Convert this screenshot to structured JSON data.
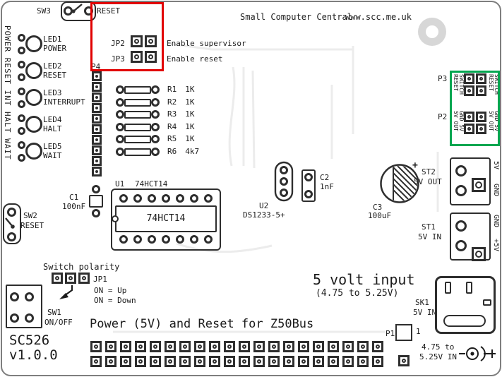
{
  "annotations": {
    "red_box_color": "#e10000",
    "green_box_color": "#00a650"
  },
  "header": {
    "brand": "Small Computer Central",
    "url": "www.scc.me.uk"
  },
  "top": {
    "sw3_ref": "SW3",
    "sw3_fn": "RESET",
    "jp2_ref": "JP2",
    "jp2_desc": "Enable supervisor",
    "jp3_ref": "JP3",
    "jp3_desc": "Enable reset"
  },
  "left_edge_text": "POWER RESET INT HALT WAIT",
  "leds": [
    {
      "ref": "LED1",
      "fn": "POWER"
    },
    {
      "ref": "LED2",
      "fn": "RESET"
    },
    {
      "ref": "LED3",
      "fn": "INTERRUPT"
    },
    {
      "ref": "LED4",
      "fn": "HALT"
    },
    {
      "ref": "LED5",
      "fn": "WAIT"
    }
  ],
  "p4_ref": "P4",
  "resistors": [
    {
      "ref": "R1",
      "val": "1K"
    },
    {
      "ref": "R2",
      "val": "1K"
    },
    {
      "ref": "R3",
      "val": "1K"
    },
    {
      "ref": "R4",
      "val": "1K"
    },
    {
      "ref": "R5",
      "val": "1K"
    },
    {
      "ref": "R6",
      "val": "4k7"
    }
  ],
  "c1": {
    "ref": "C1",
    "val": "100nF"
  },
  "c2": {
    "ref": "C2",
    "val": "1nF"
  },
  "c3": {
    "ref": "C3",
    "val": "100uF",
    "polarity": "+"
  },
  "u1": {
    "ref": "U1",
    "part": "74HCT14",
    "body": "74HCT14"
  },
  "u2": {
    "ref": "U2",
    "part": "DS1233-5+"
  },
  "sw2": {
    "ref": "SW2",
    "fn": "RESET"
  },
  "jp1": {
    "title": "Switch polarity",
    "ref": "JP1",
    "note_up": "ON = Up",
    "note_down": "ON = Down"
  },
  "sw1": {
    "ref": "SW1",
    "fn": "ON/OFF"
  },
  "right": {
    "p3_ref": "P3",
    "p3_col1": "RESET",
    "p3_col2": "SWITCH",
    "p2_ref": "P2",
    "p2_col1": "5V OUT",
    "p2_col2": "GND 5V",
    "st2_ref": "ST2",
    "st2_fn": "5V OUT",
    "st2_pin_top": "5V",
    "st2_pin_bottom": "GND",
    "st1_ref": "ST1",
    "st1_fn": "5V IN",
    "st1_pin_top": "GND",
    "st1_pin_bottom": "+5V",
    "sk1_ref": "SK1",
    "sk1_fn": "5V IN"
  },
  "bottom": {
    "board_title": "Power (5V) and Reset for Z50Bus",
    "input_title": "5 volt input",
    "input_range": "(4.75 to 5.25V)",
    "board_name": "SC526",
    "board_version": "v1.0.0",
    "p1_ref": "P1",
    "p1_pin1": "1",
    "dc_line1": "4.75 to",
    "dc_line2": "5.25V IN"
  }
}
